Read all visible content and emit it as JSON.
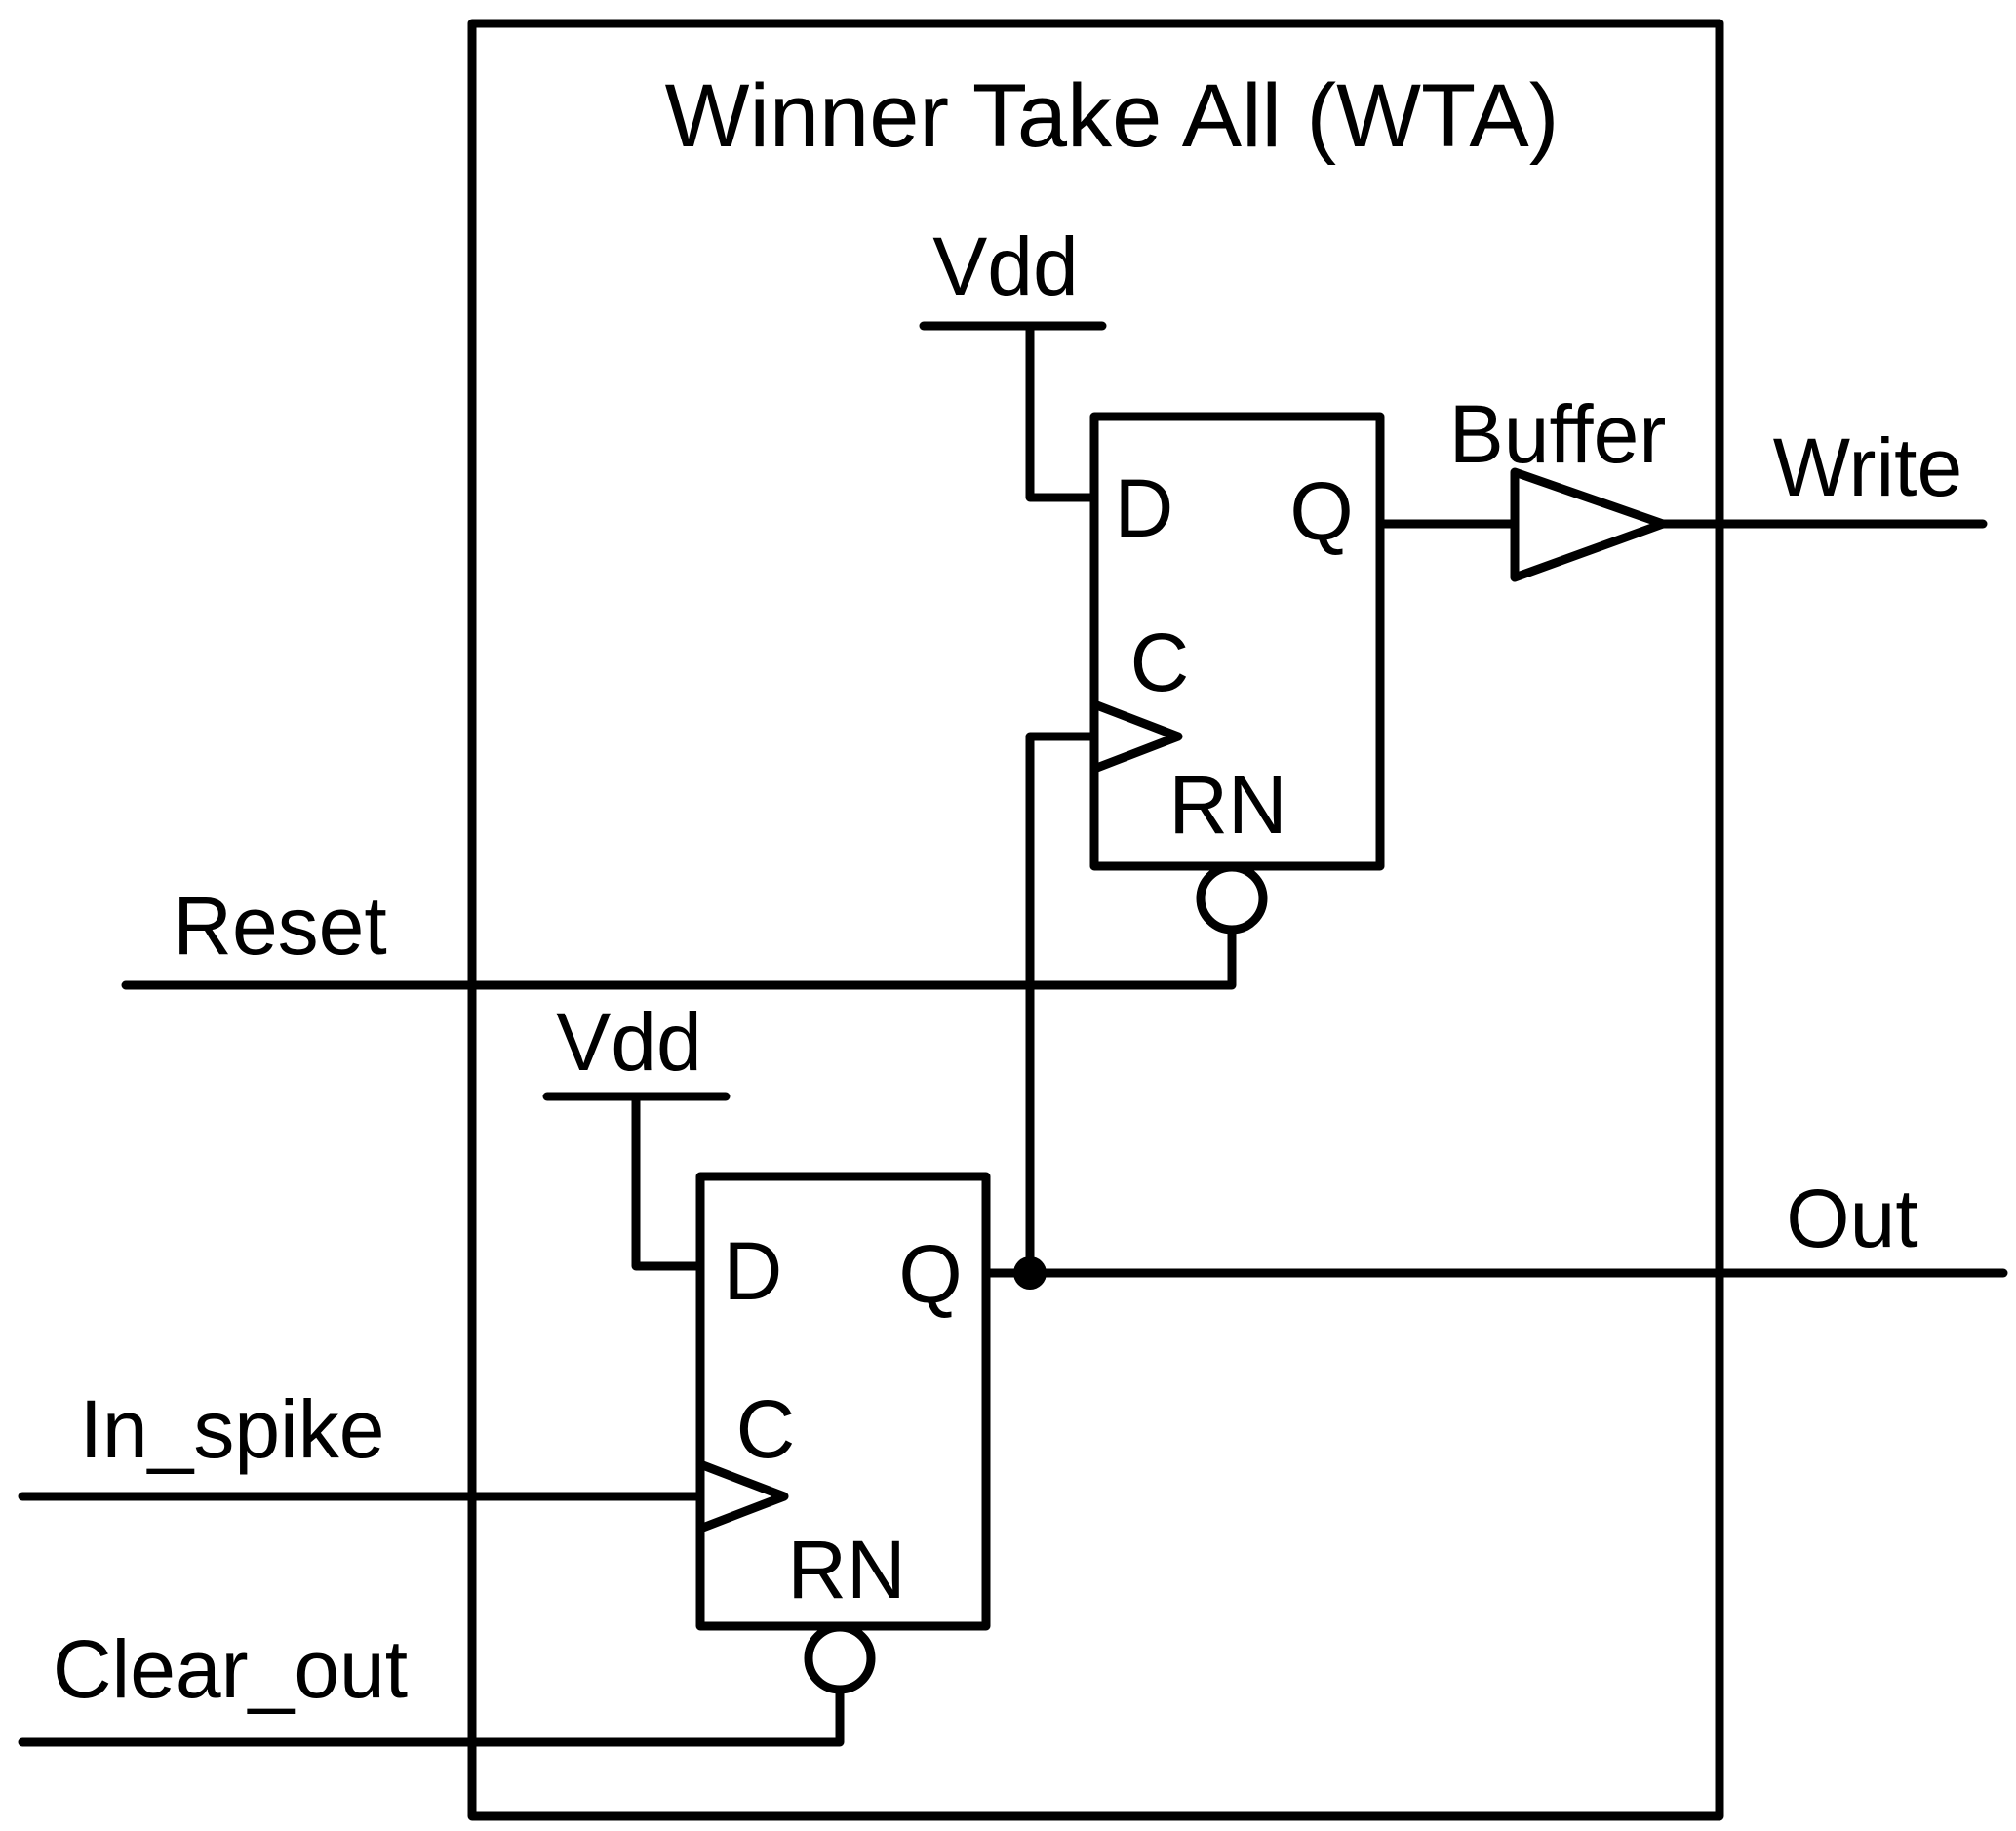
{
  "diagram": {
    "title": "Winner Take All (WTA)",
    "flip_flops": [
      {
        "id": "top-dff",
        "supply_label": "Vdd",
        "pins": {
          "d": "D",
          "q": "Q",
          "clock": "C",
          "reset": "RN"
        }
      },
      {
        "id": "bottom-dff",
        "supply_label": "Vdd",
        "pins": {
          "d": "D",
          "q": "Q",
          "clock": "C",
          "reset": "RN"
        }
      }
    ],
    "buffer_label": "Buffer",
    "signals": {
      "reset": "Reset",
      "in_spike": "In_spike",
      "clear_out": "Clear_out",
      "write": "Write",
      "out": "Out"
    },
    "colors": {
      "stroke": "#000000",
      "background": "#ffffff"
    }
  }
}
